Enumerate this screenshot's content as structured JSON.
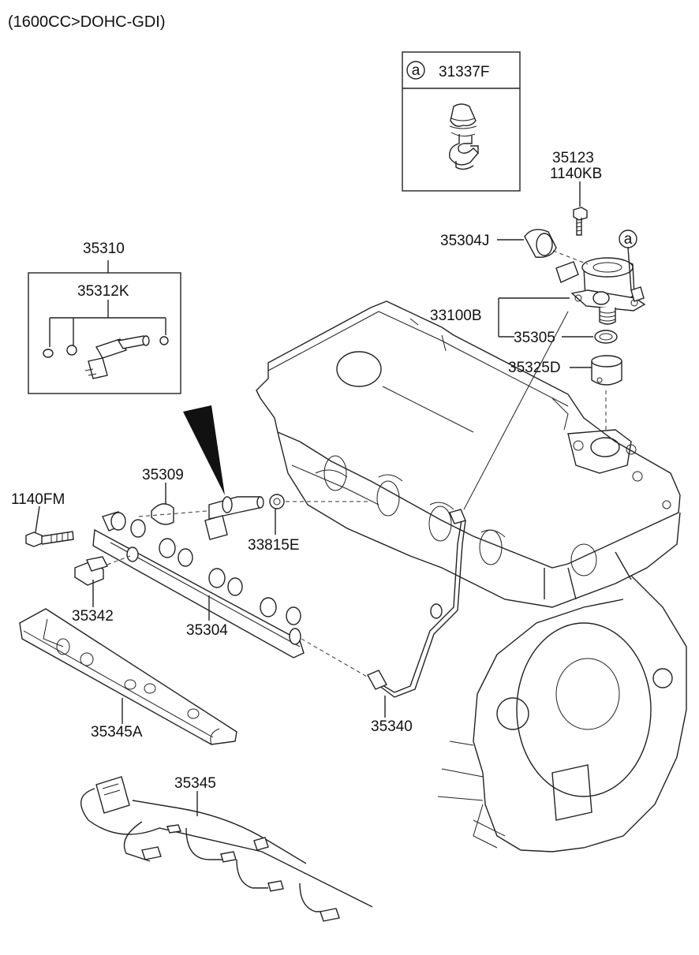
{
  "header": {
    "engine_spec": "(1600CC>DOHC-GDI)"
  },
  "detail_box": {
    "ref_letter": "a",
    "part_no": "31337F"
  },
  "callout_ref": "a",
  "labels": {
    "p35123": "35123",
    "p1140KB": "1140KB",
    "p35304J": "35304J",
    "p35310": "35310",
    "p35312K": "35312K",
    "p33100B": "33100B",
    "p35305": "35305",
    "p35325D": "35325D",
    "p35309": "35309",
    "p1140FM": "1140FM",
    "p33815E": "33815E",
    "p35342": "35342",
    "p35304": "35304",
    "p35340": "35340",
    "p35345A": "35345A",
    "p35345": "35345"
  }
}
